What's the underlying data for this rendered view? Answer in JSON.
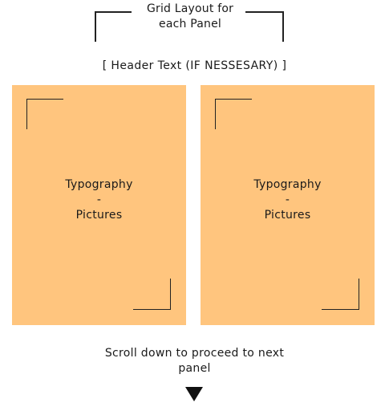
{
  "title": {
    "line1": "Grid Layout for",
    "line2": "each Panel"
  },
  "header_text": "[ Header Text (IF NESSESARY) ]",
  "panels": [
    {
      "content_line1": "Typography",
      "content_line2": "-",
      "content_line3": "Pictures",
      "fill_color": "#ffc57e"
    },
    {
      "content_line1": "Typography",
      "content_line2": "-",
      "content_line3": "Pictures",
      "fill_color": "#ffc57e"
    }
  ],
  "footer": {
    "line1": "Scroll down to proceed to next",
    "line2": "panel",
    "arrow_icon": "down-triangle-icon"
  }
}
